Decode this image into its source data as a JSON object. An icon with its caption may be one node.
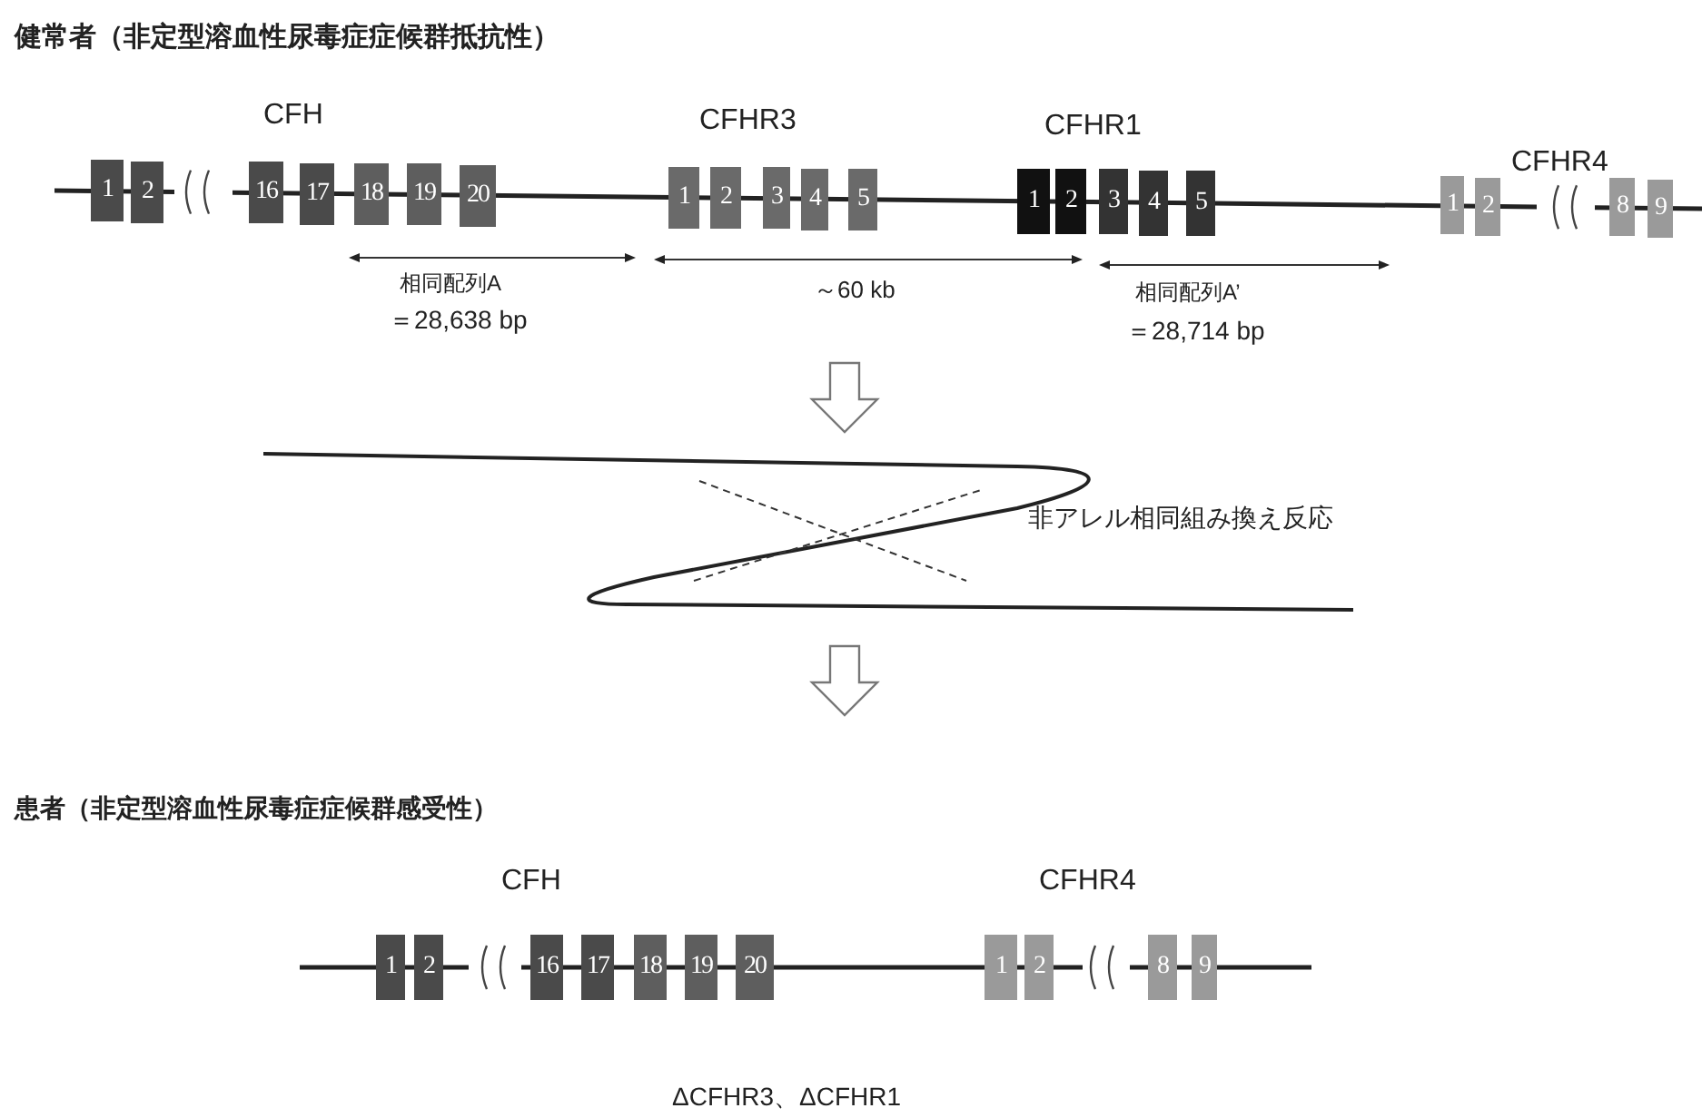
{
  "diagram": {
    "nodes": [
      {
        "text": [
          "1"
        ]
      },
      {
        "text": [
          "2"
        ]
      },
      {
        "text": [
          "16"
        ]
      },
      {
        "text": [
          "17"
        ]
      },
      {
        "text": [
          "18"
        ]
      },
      {
        "text": [
          "19"
        ]
      },
      {
        "text": [
          "20"
        ]
      },
      {
        "text": [
          "1"
        ]
      },
      {
        "text": [
          "2"
        ]
      },
      {
        "text": [
          "3"
        ]
      },
      {
        "text": [
          "4"
        ]
      },
      {
        "text": [
          "5"
        ]
      },
      {
        "text": [
          "1"
        ]
      },
      {
        "text": [
          "2"
        ]
      },
      {
        "text": [
          "3"
        ]
      },
      {
        "text": [
          "4"
        ]
      },
      {
        "text": [
          "5"
        ]
      },
      {
        "text": [
          "1"
        ]
      },
      {
        "text": [
          "2"
        ]
      },
      {
        "text": [
          "8"
        ]
      },
      {
        "text": [
          "9"
        ]
      },
      {
        "text": [
          "1"
        ]
      },
      {
        "text": [
          "2"
        ]
      },
      {
        "text": [
          "16"
        ]
      },
      {
        "text": [
          "17"
        ]
      },
      {
        "text": [
          "18"
        ]
      },
      {
        "text": [
          "19"
        ]
      },
      {
        "text": [
          "20"
        ]
      },
      {
        "text": [
          "1"
        ]
      },
      {
        "text": [
          "2"
        ]
      },
      {
        "text": [
          "8"
        ]
      },
      {
        "text": [
          "9"
        ]
      }
    ],
    "labels": [
      "健常者（非定型溶血性尿毒症症候群抵抗性）",
      "CFH",
      "CFHR3",
      "CFHR1",
      "CFHR4",
      "相同配列A",
      "＝28,638 bp",
      "～60 kb",
      "相同配列A’",
      "＝28,714 bp",
      "非アレル相同組み換え反応",
      "患者（非定型溶血性尿毒症症候群感受性）",
      "CFH",
      "CFHR4",
      "ΔCFHR3、ΔCFHR1"
    ]
  }
}
